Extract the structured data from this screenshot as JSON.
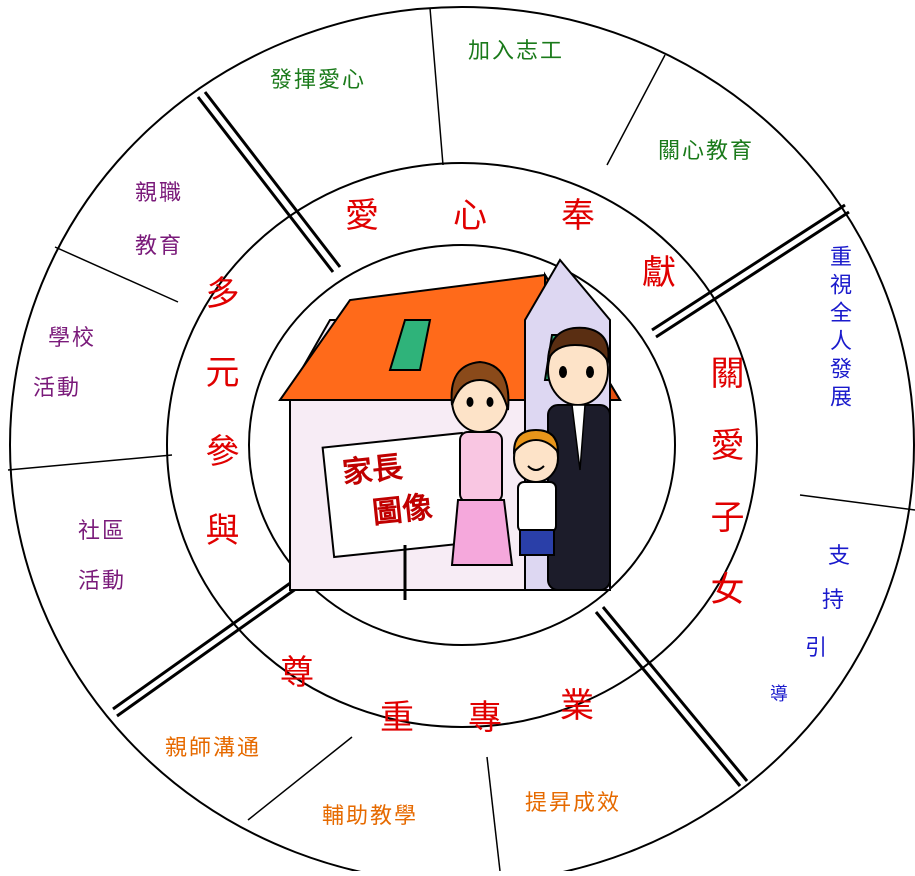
{
  "center": {
    "sign_line1": "家長",
    "sign_line2": "圖像"
  },
  "inner_ring": {
    "top": "愛　心　奉",
    "top_end": "獻",
    "right": "關愛子女",
    "bottom_left": "尊",
    "bottom_mid": "重　專",
    "bottom_right": "業",
    "left": "多元參與"
  },
  "outer_ring": {
    "top_left": "發揮愛心",
    "top": "加入志工",
    "top_right": "關心教育",
    "right_upper": "重視全人發展",
    "right_lower_1": "支",
    "right_lower_2": "持",
    "right_lower_3": "引",
    "right_lower_4": "導",
    "bottom_right": "提昇成效",
    "bottom": "輔助教學",
    "bottom_left": "親師溝通",
    "left_lower_1": "社區",
    "left_lower_2": "活動",
    "left_mid_1": "學校",
    "left_mid_2": "活動",
    "left_upper_1": "親職",
    "left_upper_2": "教育"
  },
  "colors": {
    "inner_text": "#e00000",
    "green": "#1a7a1a",
    "blue": "#1a1acc",
    "orange": "#e66a00",
    "purple": "#7a1a7a",
    "ring_line": "#000000"
  }
}
